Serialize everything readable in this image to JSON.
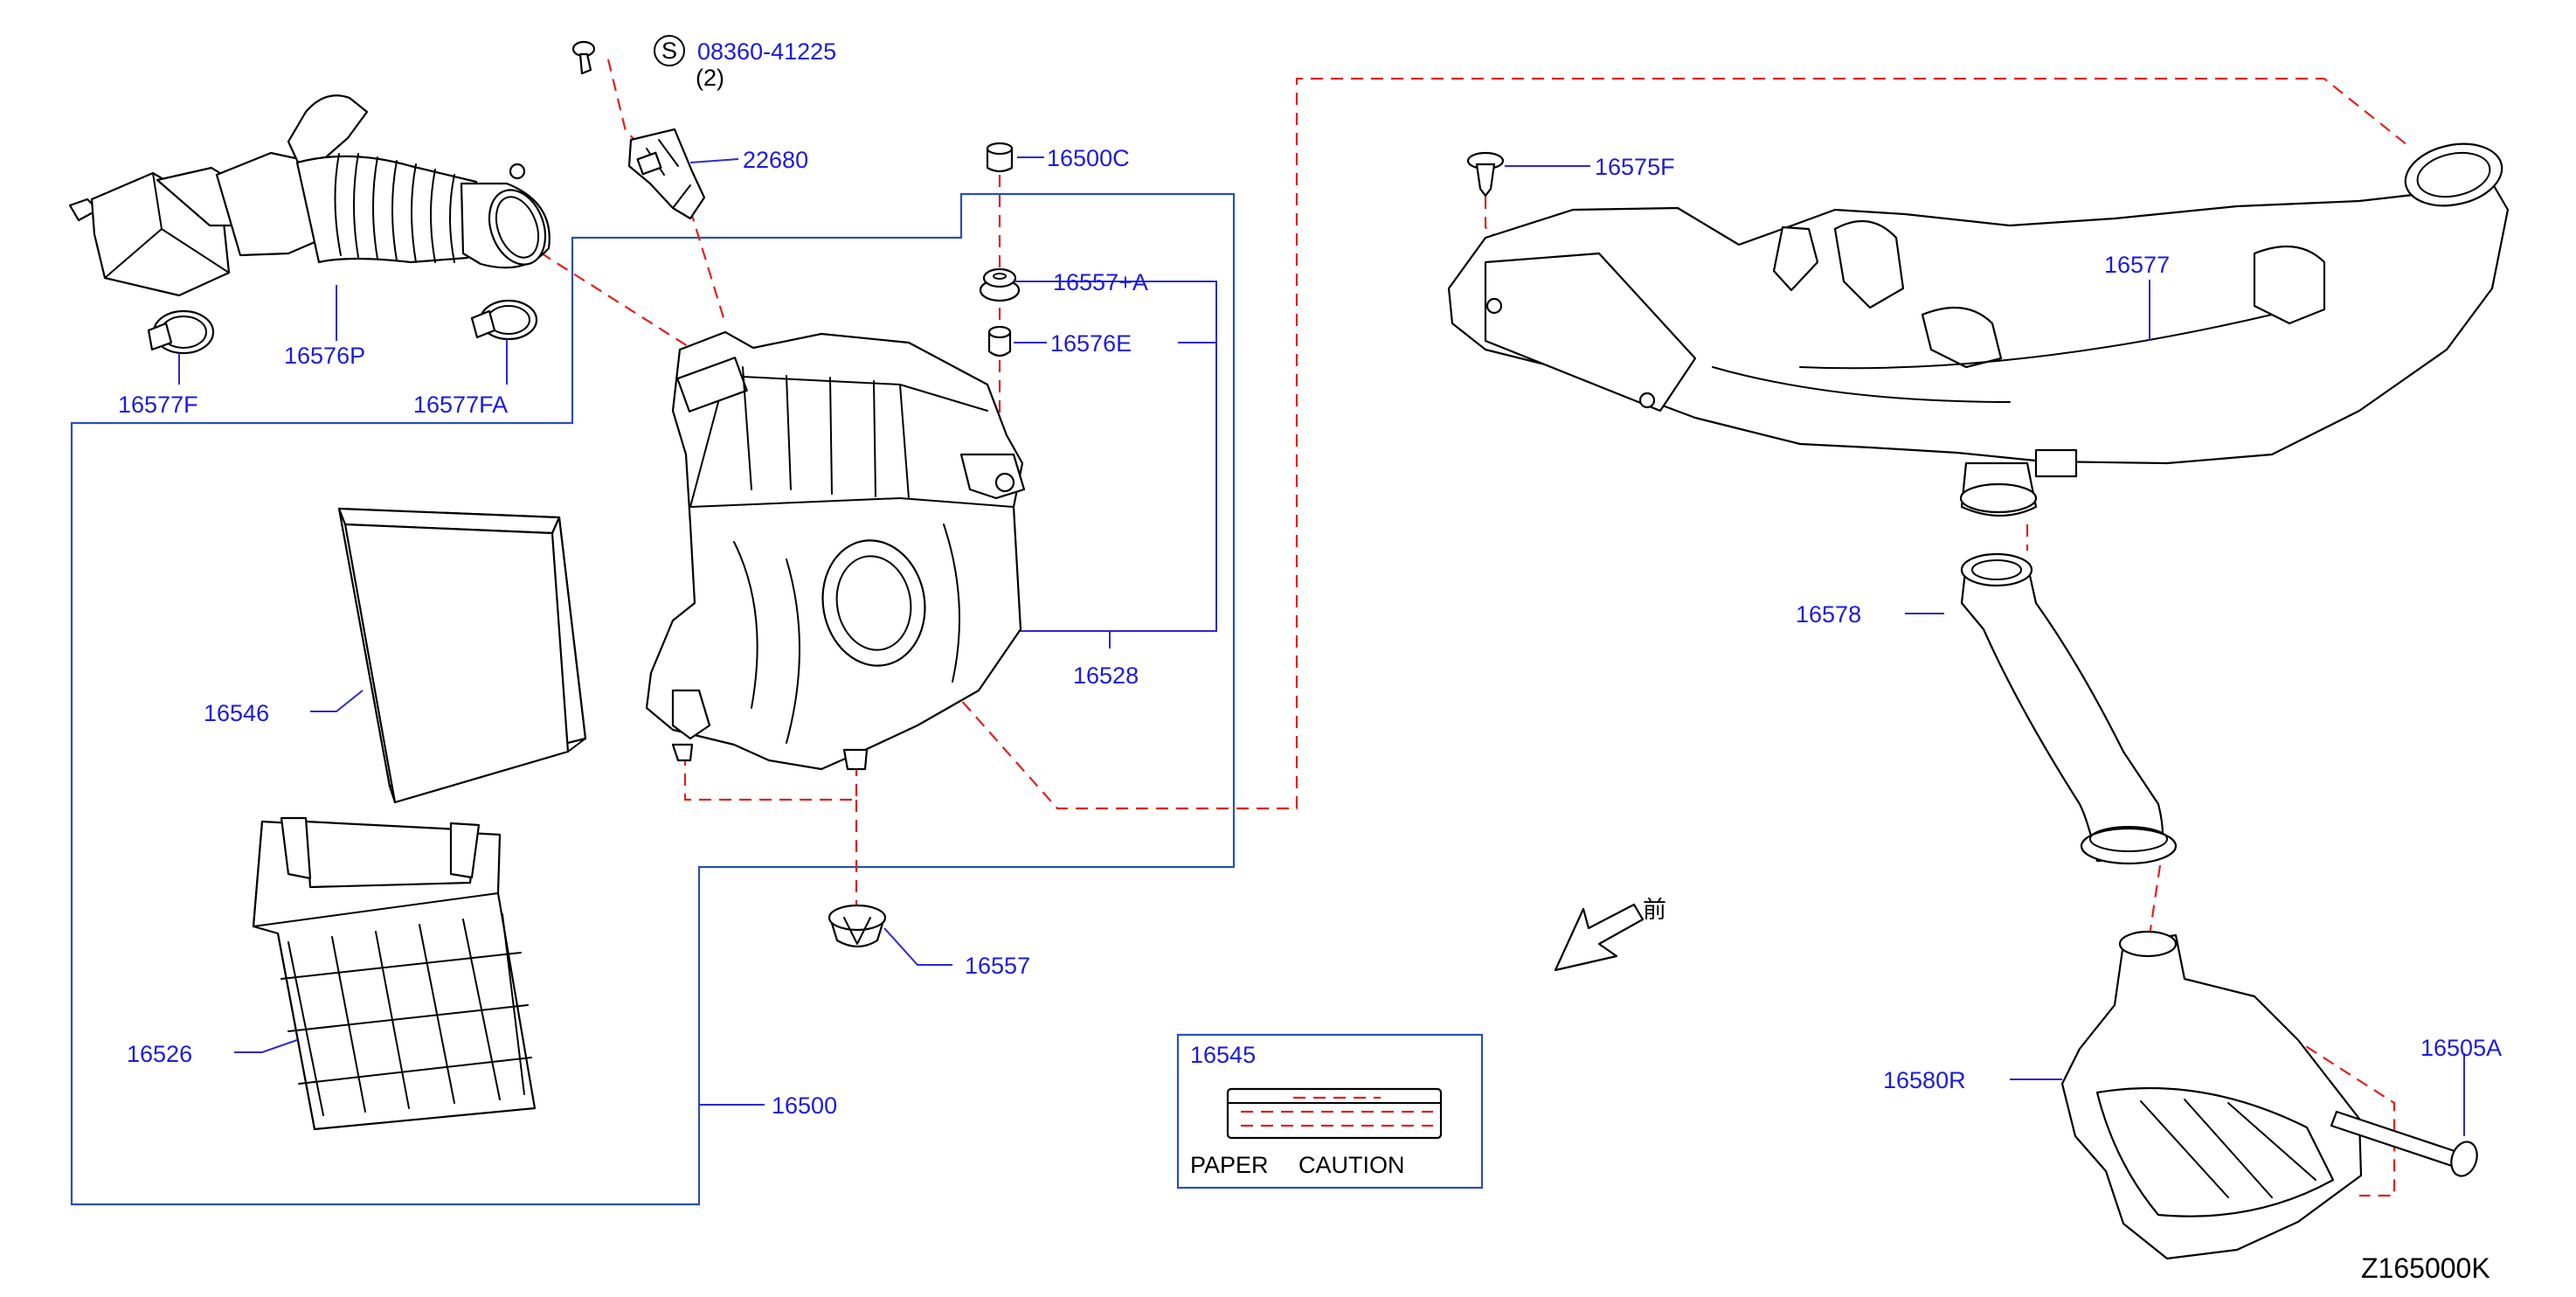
{
  "parts": {
    "p08360": "08360-41225",
    "p08360_qty": "(2)",
    "p08360_symbol": "S",
    "p22680": "22680",
    "p16500C": "16500C",
    "p16557A": "16557+A",
    "p16576E": "16576E",
    "p16528": "16528",
    "p16576P": "16576P",
    "p16577F": "16577F",
    "p16577FA": "16577FA",
    "p16546": "16546",
    "p16526": "16526",
    "p16500": "16500",
    "p16557": "16557",
    "p16575F": "16575F",
    "p16577": "16577",
    "p16578": "16578",
    "p16580R": "16580R",
    "p16505A": "16505A",
    "p16545": "16545"
  },
  "label_box": {
    "title": "16545",
    "text1": "PAPER",
    "text2": "CAUTION"
  },
  "front_mark": "前",
  "diagram_code": "Z165000K"
}
